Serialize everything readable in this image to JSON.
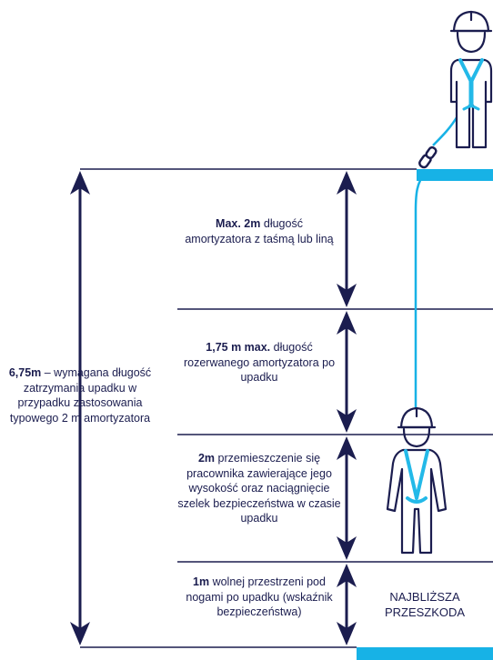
{
  "colors": {
    "navy": "#1b1d4f",
    "cyan": "#17b2e6",
    "worker_cyan": "#23b9e8"
  },
  "labels": {
    "total": {
      "bold": "6,75m",
      "rest": " – wymagana długość zatrzymania upadku w przypadku zastosowania typowego 2 m amortyzatora"
    },
    "lanyard": {
      "bold": "Max. 2m",
      "rest": " długość amortyzatora z taśmą lub liną"
    },
    "absorber": {
      "bold": "1,75 m max.",
      "rest": " długość rozerwanego amortyzatora po upadku"
    },
    "worker": {
      "bold": "2m",
      "rest": " przemieszczenie się pracownika zawierające jego wysokość oraz naciągnięcie szelek bezpieczeństwa w czasie upadku"
    },
    "clearance": {
      "bold": "1m",
      "rest": " wolnej przestrzeni pod nogami po upadku (wskaźnik bezpieczeństwa)"
    },
    "obstacle": "NAJBLIŻSZA PRZESZKODA"
  },
  "icons": [
    "worker-standing-icon",
    "worker-fallen-icon",
    "anchor-shackle-icon"
  ]
}
